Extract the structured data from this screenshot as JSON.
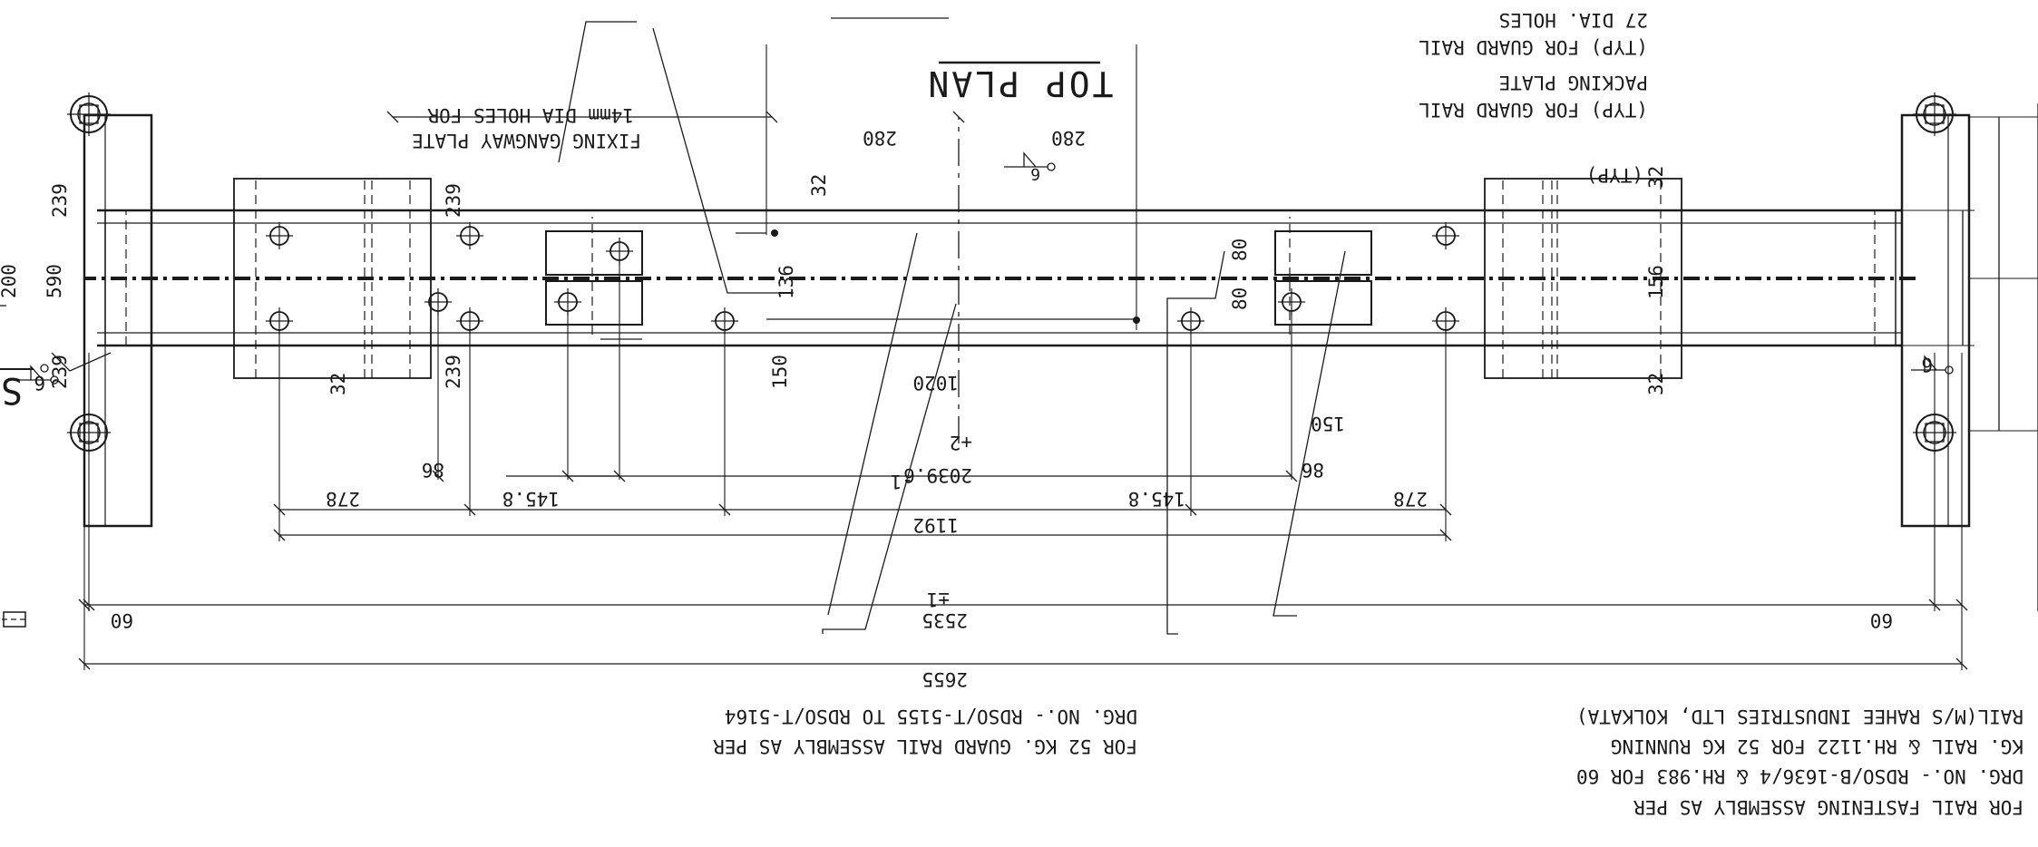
{
  "drawing": {
    "title": "TOP PLAN",
    "section_label": "SEC",
    "notes": {
      "fixing_holes_line1": "14mm DIA HOLES FOR",
      "fixing_holes_line2": "FIXING GANGWAY PLATE",
      "dia_holes_line1": "27 DIA. HOLES",
      "dia_holes_line2": "(TYP) FOR GUARD RAIL",
      "packing_line1": "PACKING PLATE",
      "packing_line2": "(TYP) FOR GUARD RAIL",
      "weld_typ": "(TYP)",
      "weld_size": "6",
      "guard_rail_line1": "FOR 52 KG. GUARD RAIL ASSEMBLY AS PER",
      "guard_rail_line2": "DRG. NO.- RDSO/T-5155 TO RDSO/T-5164",
      "fastening_line1": "FOR RAIL FASTENING ASSEMBLY AS PER",
      "fastening_line2": "DRG. NO.- RDSO/B-1636/4 & RH.983 FOR 60",
      "fastening_line3": "KG. RAIL & RH.1122 FOR 52 KG RUNNING",
      "fastening_line4": "RAIL(M/S RAHEE INDUSTRIES LTD, KOLKATA)"
    },
    "dims": {
      "d280a": "280",
      "d280b": "280",
      "d32a": "32",
      "d32b": "32",
      "d32c": "32",
      "d32d": "32",
      "d136": "136",
      "d156": "156",
      "d80a": "80",
      "d80b": "80",
      "d150": "150",
      "d86a": "86",
      "d86b": "86",
      "d1020": "1020",
      "d278a": "278",
      "d278b": "278",
      "d1458a": "145.8",
      "d1458b": "145.8",
      "d1192": "1192",
      "d20396": "2039.6",
      "tol_plus": "+2",
      "tol_minus": "-1",
      "d2535": "2535",
      "tol_pm": "±1",
      "d2655": "2655",
      "d60a": "60",
      "d60b": "60",
      "d239a": "239",
      "d239b": "239",
      "d200": "200",
      "d590": "590",
      "w6a": "6",
      "w6b": "6"
    }
  }
}
